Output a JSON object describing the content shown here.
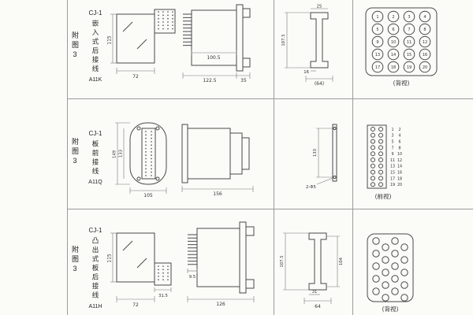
{
  "palette": {
    "table_line": "#9b9b9b",
    "draw_line": "#4a4a4a",
    "background": "#fbfbf8"
  },
  "rows": [
    {
      "fig_label": "附图3",
      "series": "CJ-1",
      "mount": "嵌入式后接线",
      "code": "A11K",
      "front": {
        "h": "115",
        "w": "72"
      },
      "side": {
        "body": "100.5",
        "total": "122.5",
        "flange": "35"
      },
      "cutout": {
        "h": "107.5",
        "w_top": "25",
        "offset": "16",
        "w_bottom": "(64)"
      },
      "pins": {
        "label": "(背视)",
        "numbers": [
          1,
          2,
          3,
          4,
          5,
          6,
          7,
          8,
          9,
          10,
          11,
          12,
          13,
          14,
          15,
          16,
          17,
          18,
          19,
          20
        ]
      }
    },
    {
      "fig_label": "附图3",
      "series": "CJ-1",
      "mount": "板前接线",
      "code": "A11Q",
      "front": {
        "h": "149",
        "h_inner": "133",
        "w": "105"
      },
      "side": {
        "total": "156"
      },
      "cutout": {
        "h": "133",
        "holes": "2-Φ5"
      },
      "pins": {
        "label": "(前视)",
        "numbers": [
          1,
          2,
          3,
          4,
          5,
          6,
          7,
          8,
          9,
          10,
          11,
          12,
          13,
          14,
          15,
          16,
          17,
          18,
          19,
          20
        ]
      }
    },
    {
      "fig_label": "附图3",
      "series": "CJ-1",
      "mount": "凸出式板后接线",
      "code": "A11H",
      "front": {
        "h": "115",
        "w": "72",
        "block_w": "31.5"
      },
      "side": {
        "pin": "9.5",
        "total": "126"
      },
      "cutout": {
        "h": "107.5",
        "h_inner": "104",
        "w_top": "31",
        "w_bottom": "64"
      },
      "pins": {
        "label": "(背视)"
      }
    }
  ]
}
